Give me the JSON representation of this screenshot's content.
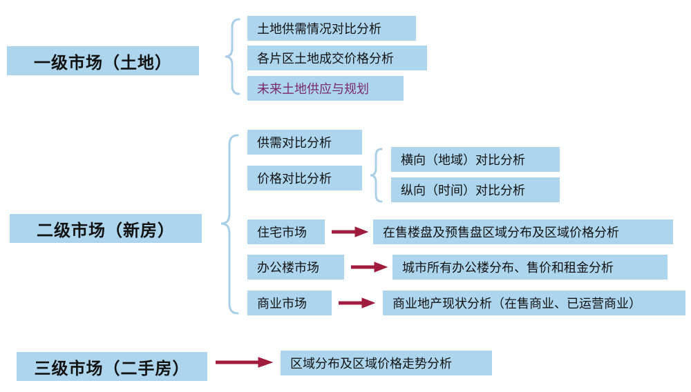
{
  "tier1": {
    "label": "一级市场（土地）",
    "items": [
      "土地供需情况对比分析",
      "各片区土地成交价格分析",
      "未来土地供应与规划"
    ]
  },
  "tier2": {
    "label": "二级市场（新房）",
    "supply_demand": "供需对比分析",
    "price_compare": "价格对比分析",
    "price_sub": [
      "横向（地域）对比分析",
      "纵向（时间）对比分析"
    ],
    "rows": [
      {
        "market": "住宅市场",
        "detail": "在售楼盘及预售盘区域分布及区域价格分析"
      },
      {
        "market": "办公楼市场",
        "detail": "城市所有办公楼分布、售价和租金分析"
      },
      {
        "market": "商业市场",
        "detail": "商业地产现状分析（在售商业、已运营商业）"
      }
    ]
  },
  "tier3": {
    "label": "三级市场（二手房）",
    "detail": "区域分布及区域价格走势分析"
  },
  "colors": {
    "box": "#add6ee",
    "arrow": "#a01c3c",
    "brace": "#a9cfe8",
    "highlight_text": "#7a2a66"
  }
}
